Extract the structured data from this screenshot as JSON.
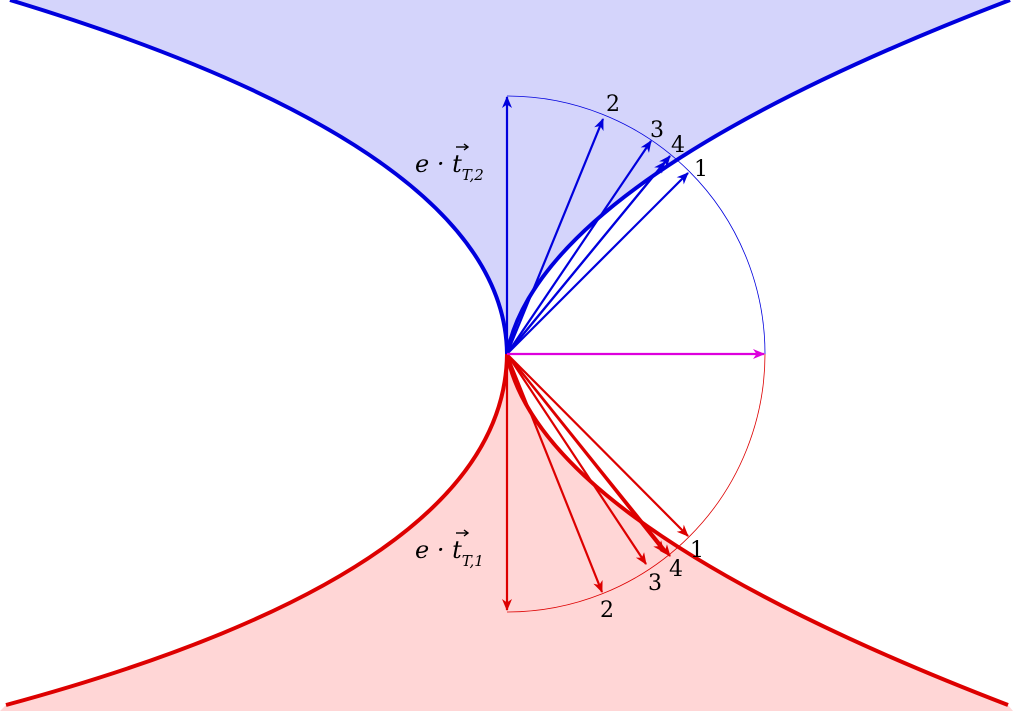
{
  "colors": {
    "blue": "#0000dd",
    "blue_fill": "#d4d4fb",
    "red": "#dd0000",
    "red_fill": "#ffd6d6",
    "magenta": "#dd00dd"
  },
  "labels": {
    "upper_main": "e · t",
    "upper_sub": "T,2",
    "lower_main": "e · t",
    "lower_sub": "T,1",
    "arrow_indices": [
      "1",
      "2",
      "3",
      "4"
    ]
  }
}
